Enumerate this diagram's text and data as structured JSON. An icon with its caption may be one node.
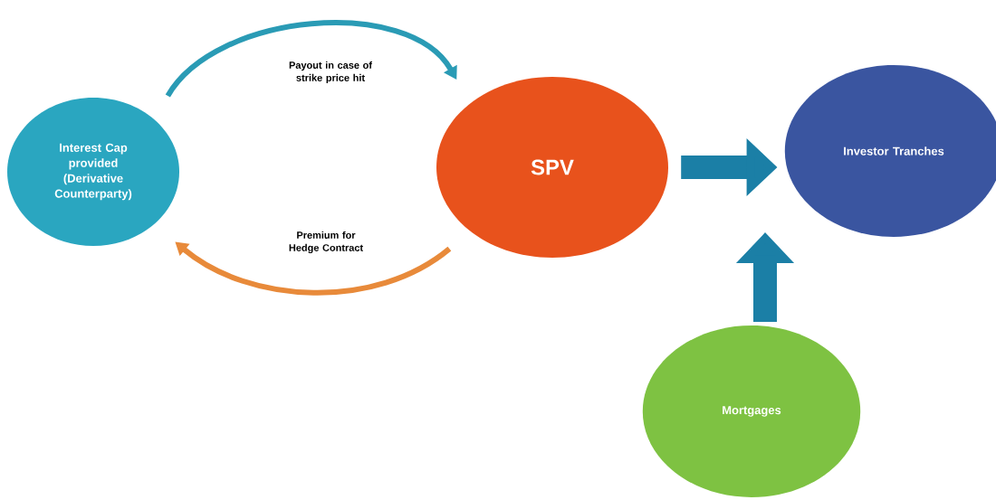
{
  "diagram": {
    "nodes": [
      {
        "text": [
          "Interest Cap provided (Derivative Counterparty)"
        ]
      },
      {
        "text": [
          "SPV"
        ]
      },
      {
        "text": [
          "Investor Tranches"
        ]
      },
      {
        "text": [
          "Mortgages"
        ]
      }
    ],
    "edges": [
      {
        "from": 0,
        "to": 1,
        "arrow": "to",
        "label": "Payout in case of strike price hit",
        "color": "#2a9bb5"
      },
      {
        "from": 1,
        "to": 0,
        "arrow": "to",
        "label": "Premium for Hedge Contract",
        "color": "#e88a3a"
      },
      {
        "from": 1,
        "to": 2,
        "arrow": "to",
        "style": "thick",
        "color": "#1b7fa6"
      },
      {
        "from": 3,
        "to": 2,
        "arrow": "to",
        "style": "thick",
        "color": "#1b7fa6"
      }
    ]
  }
}
